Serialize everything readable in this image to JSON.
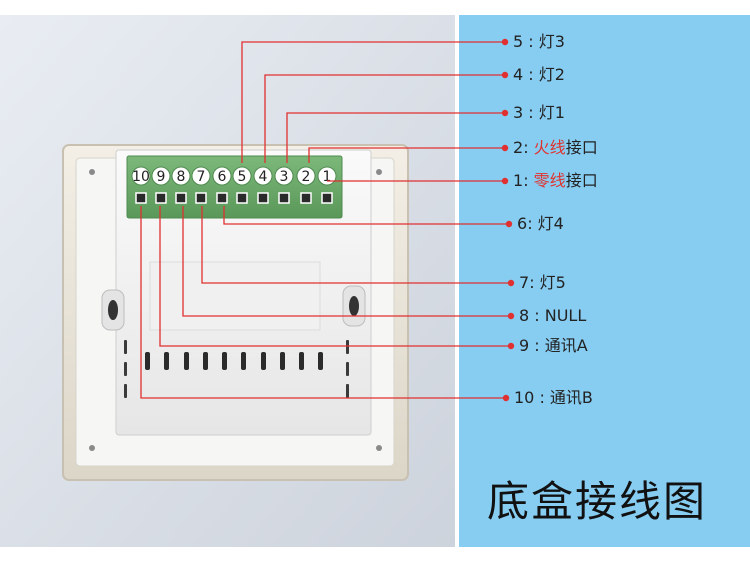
{
  "title": "底盒接线图",
  "colors": {
    "accent_panel": "#87cdf2",
    "wire": "#e03030",
    "terminal_green": "#6aa86a",
    "highlight_text": "#e0332e"
  },
  "terminals": [
    "10",
    "9",
    "8",
    "7",
    "6",
    "5",
    "4",
    "3",
    "2",
    "1"
  ],
  "labels": [
    {
      "id": "5",
      "num": "5",
      "sep": " : ",
      "text": "灯3"
    },
    {
      "id": "4",
      "num": "4",
      "sep": " : ",
      "text": "灯2"
    },
    {
      "id": "3",
      "num": "3",
      "sep": " :  ",
      "text": "灯1"
    },
    {
      "id": "2",
      "num": "2",
      "sep": ":  ",
      "hl": "火线",
      "text": "接口"
    },
    {
      "id": "1",
      "num": "1",
      "sep": ":  ",
      "hl": "零线",
      "text": "接口"
    },
    {
      "id": "6",
      "num": "6",
      "sep": ": ",
      "text": "灯4"
    },
    {
      "id": "7",
      "num": "7",
      "sep": ": ",
      "text": "灯5"
    },
    {
      "id": "8",
      "num": "8",
      "sep": " :  ",
      "text": "NULL"
    },
    {
      "id": "9",
      "num": "9",
      "sep": " : ",
      "text": "通讯A"
    },
    {
      "id": "10",
      "num": "10",
      "sep": " : ",
      "text": "通讯B"
    }
  ]
}
